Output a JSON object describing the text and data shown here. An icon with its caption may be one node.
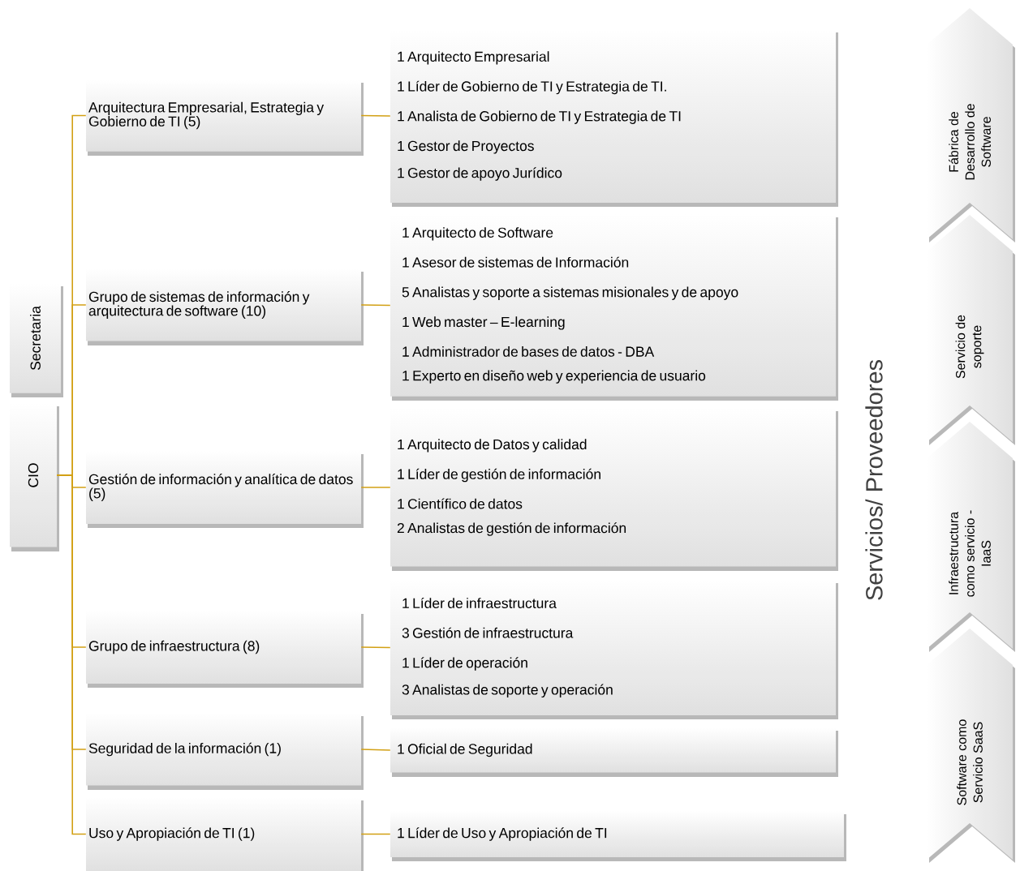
{
  "diagram": {
    "nodes": [
      {
        "text": [
          "Secretaria"
        ]
      },
      {
        "text": [
          "CIO"
        ]
      },
      {
        "text": [
          "Arquitectura Empresarial, Estrategia y Gobierno de TI (5)"
        ]
      },
      {
        "text": [
          "Grupo de sistemas de información y arquitectura de software  (10)"
        ]
      },
      {
        "text": [
          "Gestión de información y analítica de datos (5)"
        ]
      },
      {
        "text": [
          "Grupo de infraestructura (8)"
        ]
      },
      {
        "text": [
          "Seguridad de la información (1)"
        ]
      },
      {
        "text": [
          "Uso y Apropiación de TI (1)"
        ]
      },
      {
        "text": [
          "1 Arquitecto Empresarial",
          "1 Líder de Gobierno de TI y Estrategia de TI.",
          "1 Analista de Gobierno de TI y Estrategia de TI",
          "1 Gestor de Proyectos",
          "1 Gestor de apoyo Jurídico"
        ]
      },
      {
        "text": [
          "1 Arquitecto de Software",
          "1 Asesor de sistemas de Información",
          "5 Analistas y soporte a sistemas misionales y de apoyo",
          "1 Web master – E-learning",
          "1 Administrador de bases de datos - DBA",
          "1 Experto en diseño web y experiencia de usuario"
        ]
      },
      {
        "text": [
          "1 Arquitecto de Datos y calidad",
          "1 Líder de gestión de información",
          "1 Científico de datos",
          "2 Analistas de gestión de información"
        ]
      },
      {
        "text": [
          "1 Líder de infraestructura",
          "3 Gestión de infraestructura",
          "1 Líder de operación",
          "3 Analistas de soporte y operación"
        ]
      },
      {
        "text": [
          "1 Oficial de Seguridad"
        ]
      },
      {
        "text": [
          "1 Líder de Uso y Apropiación de TI"
        ]
      },
      {
        "text": [
          "Fábrica de Desarrollo de Software"
        ]
      },
      {
        "text": [
          "Servicio de soporte"
        ]
      },
      {
        "text": [
          "Infraestructura como servicio - IaaS"
        ]
      },
      {
        "text": [
          "Software como Servicio SaaS"
        ]
      }
    ],
    "edges": [
      {
        "from": 1,
        "to": 2,
        "arrow": "none"
      },
      {
        "from": 1,
        "to": 3,
        "arrow": "none"
      },
      {
        "from": 1,
        "to": 4,
        "arrow": "none"
      },
      {
        "from": 1,
        "to": 5,
        "arrow": "none"
      },
      {
        "from": 1,
        "to": 6,
        "arrow": "none"
      },
      {
        "from": 1,
        "to": 7,
        "arrow": "none"
      },
      {
        "from": 2,
        "to": 8,
        "arrow": "none"
      },
      {
        "from": 3,
        "to": 9,
        "arrow": "none"
      },
      {
        "from": 4,
        "to": 10,
        "arrow": "none"
      },
      {
        "from": 5,
        "to": 11,
        "arrow": "none"
      },
      {
        "from": 6,
        "to": 12,
        "arrow": "none"
      },
      {
        "from": 7,
        "to": 13,
        "arrow": "none"
      }
    ],
    "labels": [
      "Servicios/ Proveedores"
    ]
  }
}
